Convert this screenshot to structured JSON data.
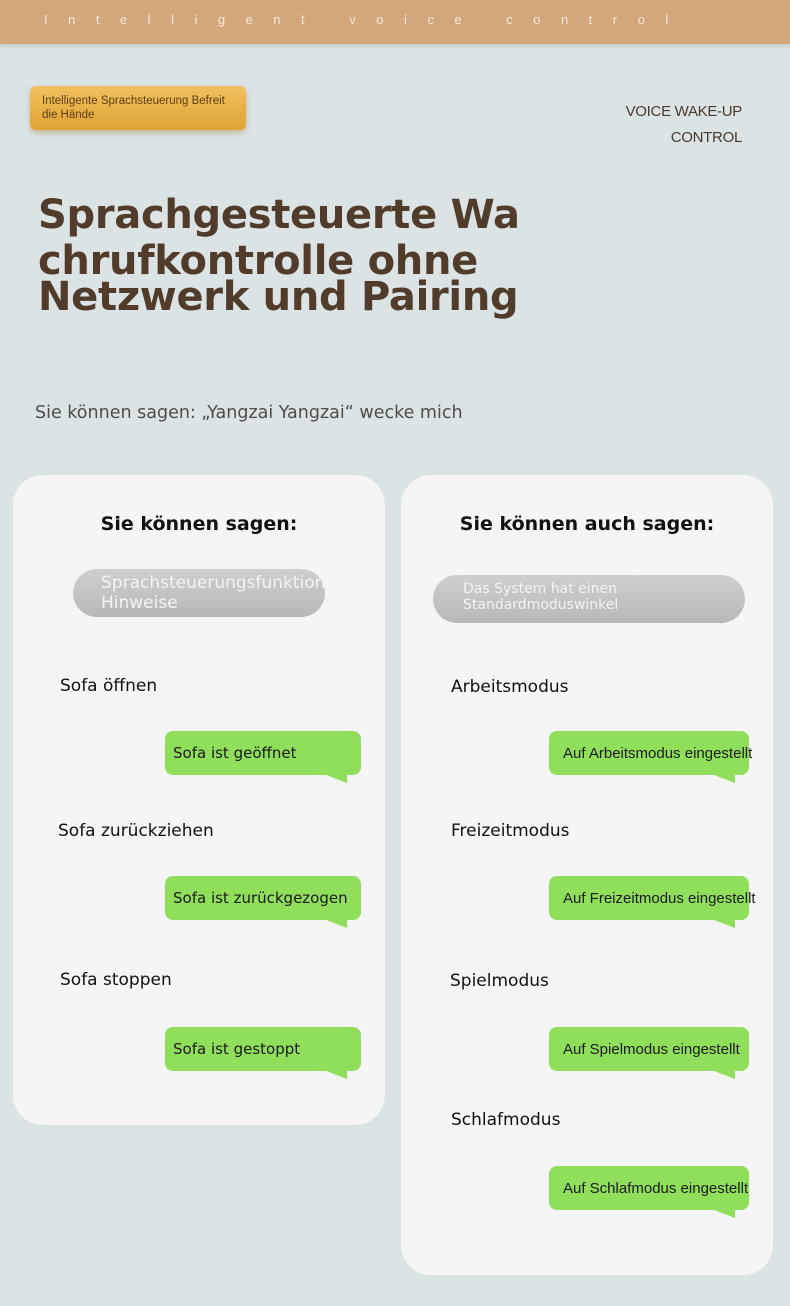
{
  "top_banner": "Intelligent voice control",
  "badge": "Intelligente Sprachsteuerung Befreit die Hände",
  "voice_tag": {
    "line1": "VOICE WAKE-UP",
    "line2": "CONTROL"
  },
  "headline": {
    "line1": "Sprachgesteuerte Wa",
    "line2": "chrufkontrolle ohne",
    "line3": "Netzwerk und Pairing"
  },
  "say_line": "Sie können sagen:  „Yangzai Yangzai“ wecke mich",
  "left_card": {
    "title": "Sie können sagen:",
    "pill": "Sprachsteuerungsfunktion Hinweise",
    "items": [
      {
        "command": "Sofa öffnen",
        "reply": "Sofa ist geöffnet"
      },
      {
        "command": "Sofa zurückziehen",
        "reply": "Sofa ist zurückgezogen"
      },
      {
        "command": "Sofa stoppen",
        "reply": "Sofa ist gestoppt"
      }
    ]
  },
  "right_card": {
    "title": "Sie können auch sagen:",
    "pill": "Das System hat einen Standardmoduswinkel",
    "items": [
      {
        "command": "Arbeitsmodus",
        "reply": "Auf Arbeitsmodus eingestellt"
      },
      {
        "command": "Freizeitmodus",
        "reply": "Auf Freizeitmodus eingestellt"
      },
      {
        "command": "Spielmodus",
        "reply": "Auf Spielmodus eingestellt"
      },
      {
        "command": "Schlafmodus",
        "reply": "Auf Schlafmodus eingestellt"
      }
    ]
  },
  "colors": {
    "background": "#dbe3e5",
    "banner": "#d3a77c",
    "badge": "#e7b142",
    "headline": "#513c2b",
    "reply_bubble": "#8fdf5a",
    "card": "#f5f5f5"
  }
}
